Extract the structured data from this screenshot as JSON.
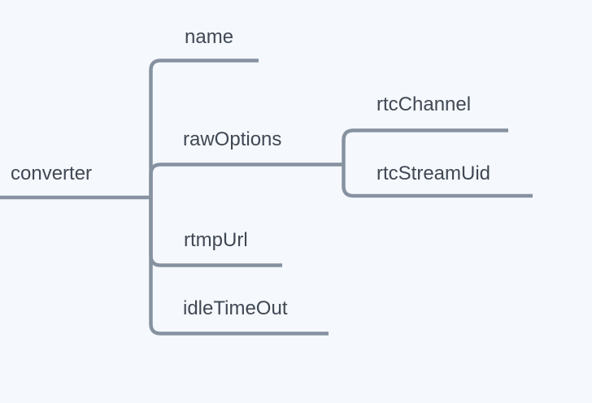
{
  "diagram": {
    "type": "mindmap-tree",
    "colors": {
      "background": "#f5f8fc",
      "line": "#8792a1",
      "text": "#404854"
    },
    "root": {
      "label": "converter",
      "children": [
        {
          "label": "name",
          "children": []
        },
        {
          "label": "rawOptions",
          "children": [
            {
              "label": "rtcChannel",
              "children": []
            },
            {
              "label": "rtcStreamUid",
              "children": []
            }
          ]
        },
        {
          "label": "rtmpUrl",
          "children": []
        },
        {
          "label": "idleTimeOut",
          "children": []
        }
      ]
    }
  }
}
